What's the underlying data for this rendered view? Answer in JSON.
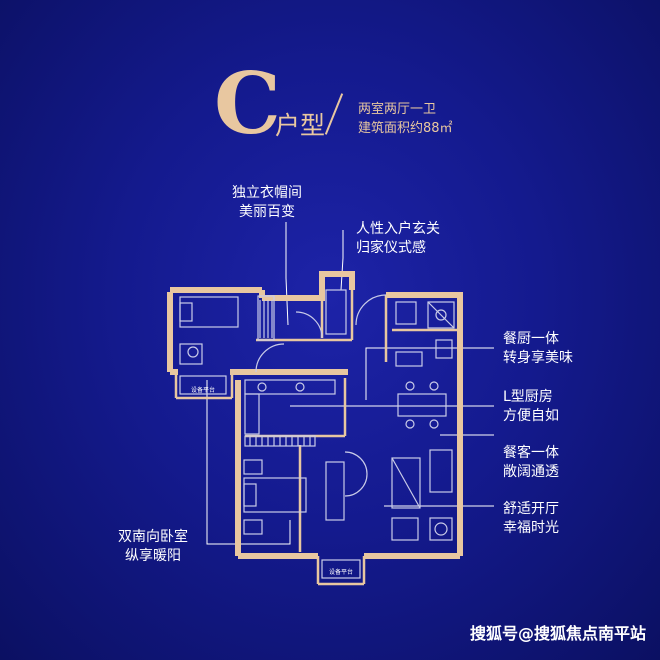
{
  "unit": {
    "letter": "C",
    "type_label": "户型",
    "rooms": "两室两厅一卫",
    "area": "建筑面积约88㎡"
  },
  "annotations": {
    "cloakroom": [
      "独立衣帽间",
      "美丽百变"
    ],
    "entrance": [
      "人性入户玄关",
      "归家仪式感"
    ],
    "kitchen_dining": [
      "餐厨一体",
      "转身享美味"
    ],
    "l_kitchen": [
      "L型厨房",
      "方便自如"
    ],
    "living_dining": [
      "餐客一体",
      "敞阔通透"
    ],
    "living": [
      "舒适开厅",
      "幸福时光"
    ],
    "bedrooms": [
      "双南向卧室",
      "纵享暖阳"
    ]
  },
  "plan_labels": {
    "balcony_left": "设备平台",
    "balcony_bottom": "设备平台"
  },
  "watermark": "搜狐号@搜狐焦点南平站",
  "colors": {
    "wall": "#e8c7a0",
    "line": "#ffffff",
    "fixture": "#c9cbe8",
    "background": "#141a8e"
  }
}
